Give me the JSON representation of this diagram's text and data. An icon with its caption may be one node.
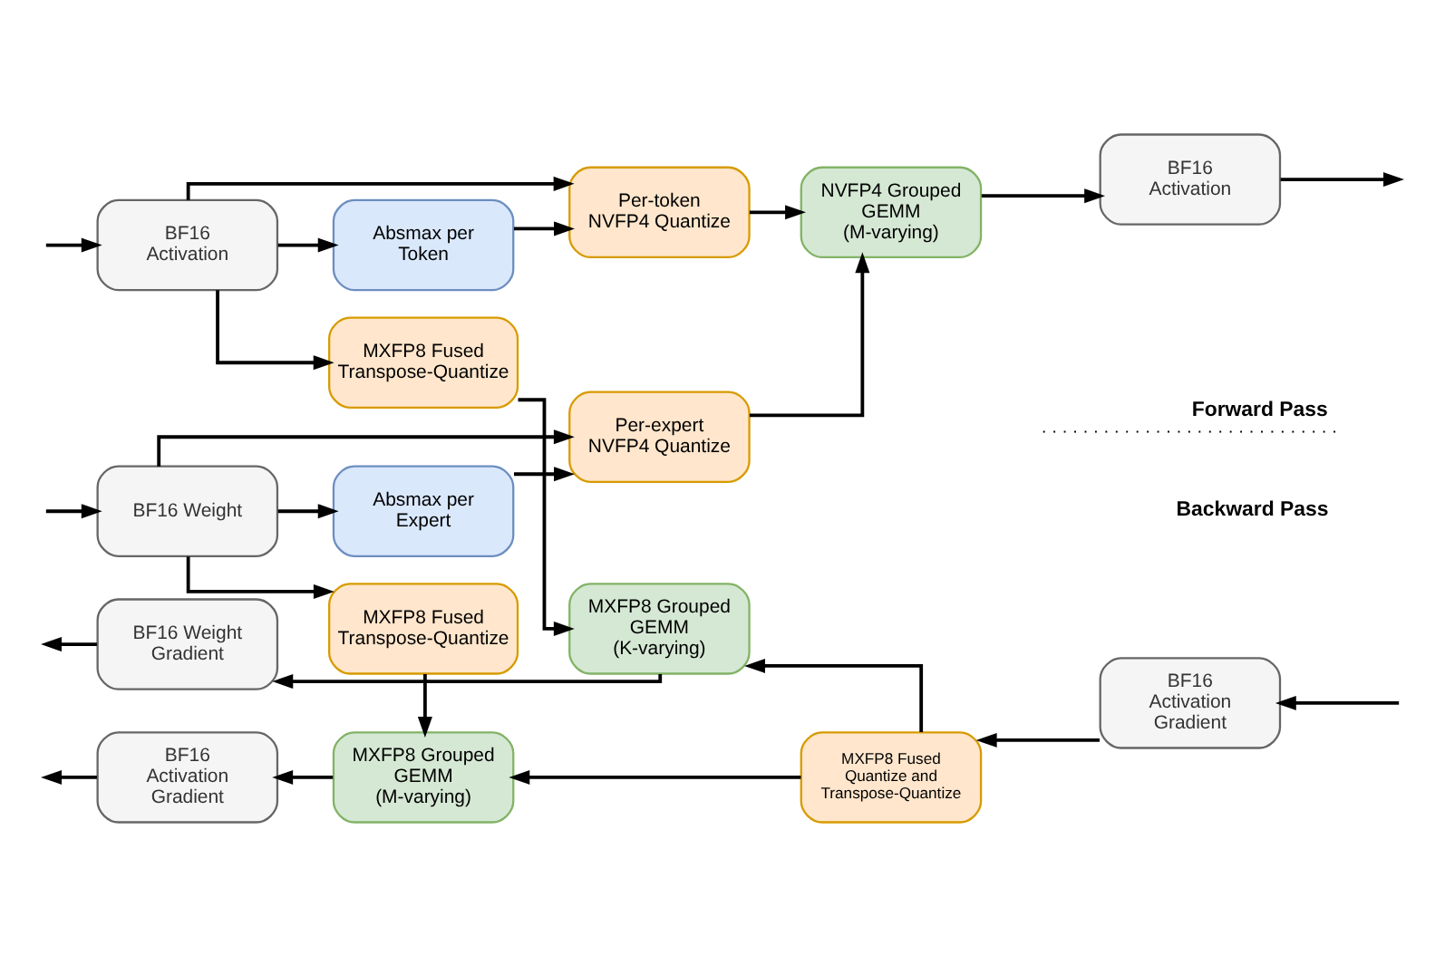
{
  "diagram": {
    "nodes": [
      {
        "text": [
          "BF16 Activation"
        ]
      },
      {
        "text": [
          "MXFP8 Fused Transpose-Quantize"
        ]
      },
      {
        "text": [
          "Absmax per Token"
        ]
      },
      {
        "text": [
          "Per-token NVFP4 Quantize"
        ]
      },
      {
        "text": [
          "NVFP4 Grouped GEMM (M-varying)"
        ]
      },
      {
        "text": [
          "BF16 Activation"
        ]
      },
      {
        "text": [
          "BF16 Weight"
        ]
      },
      {
        "text": [
          "Absmax per Expert"
        ]
      },
      {
        "text": [
          "Per-expert NVFP4 Quantize"
        ]
      },
      {
        "text": [
          "BF16 Weight Gradient"
        ]
      },
      {
        "text": [
          "MXFP8 Fused Transpose-Quantize"
        ]
      },
      {
        "text": [
          "MXFP8 Grouped GEMM (K-varying)"
        ]
      },
      {
        "text": [
          "MXFP8 Fused Quantize and Transpose-Quantize"
        ]
      },
      {
        "text": [
          "BF16 Activation Gradient"
        ]
      },
      {
        "text": [
          "BF16 Activation Gradient"
        ]
      },
      {
        "text": [
          "MXFP8 Grouped GEMM (M-varying)"
        ]
      }
    ],
    "edges": [
      {
        "from": null,
        "to": 0,
        "arrow": "to"
      },
      {
        "from": 0,
        "to": 1,
        "arrow": "to"
      },
      {
        "from": 0,
        "to": 2,
        "arrow": "to"
      },
      {
        "from": 0,
        "to": 3,
        "arrow": "to"
      },
      {
        "from": 2,
        "to": 3,
        "arrow": "to"
      },
      {
        "from": 1,
        "to": 11,
        "arrow": "to"
      },
      {
        "from": 3,
        "to": 4,
        "arrow": "to"
      },
      {
        "from": 4,
        "to": 5,
        "arrow": "to"
      },
      {
        "from": 5,
        "to": null,
        "arrow": "to"
      },
      {
        "from": null,
        "to": 6,
        "arrow": "to"
      },
      {
        "from": 6,
        "to": 7,
        "arrow": "to"
      },
      {
        "from": 6,
        "to": 8,
        "arrow": "to"
      },
      {
        "from": 6,
        "to": 10,
        "arrow": "to"
      },
      {
        "from": 7,
        "to": 8,
        "arrow": "to"
      },
      {
        "from": 8,
        "to": 4,
        "arrow": "to"
      },
      {
        "from": 10,
        "to": 15,
        "arrow": "to"
      },
      {
        "from": 11,
        "to": 9,
        "arrow": "to"
      },
      {
        "from": 9,
        "to": null,
        "arrow": "to"
      },
      {
        "from": null,
        "to": 13,
        "arrow": "to"
      },
      {
        "from": 13,
        "to": 12,
        "arrow": "to"
      },
      {
        "from": 12,
        "to": 11,
        "arrow": "to"
      },
      {
        "from": 12,
        "to": 15,
        "arrow": "to"
      },
      {
        "from": 15,
        "to": 14,
        "arrow": "to"
      },
      {
        "from": 14,
        "to": null,
        "arrow": "to"
      }
    ],
    "labels": [
      "Forward Pass",
      "Backward Pass"
    ]
  }
}
